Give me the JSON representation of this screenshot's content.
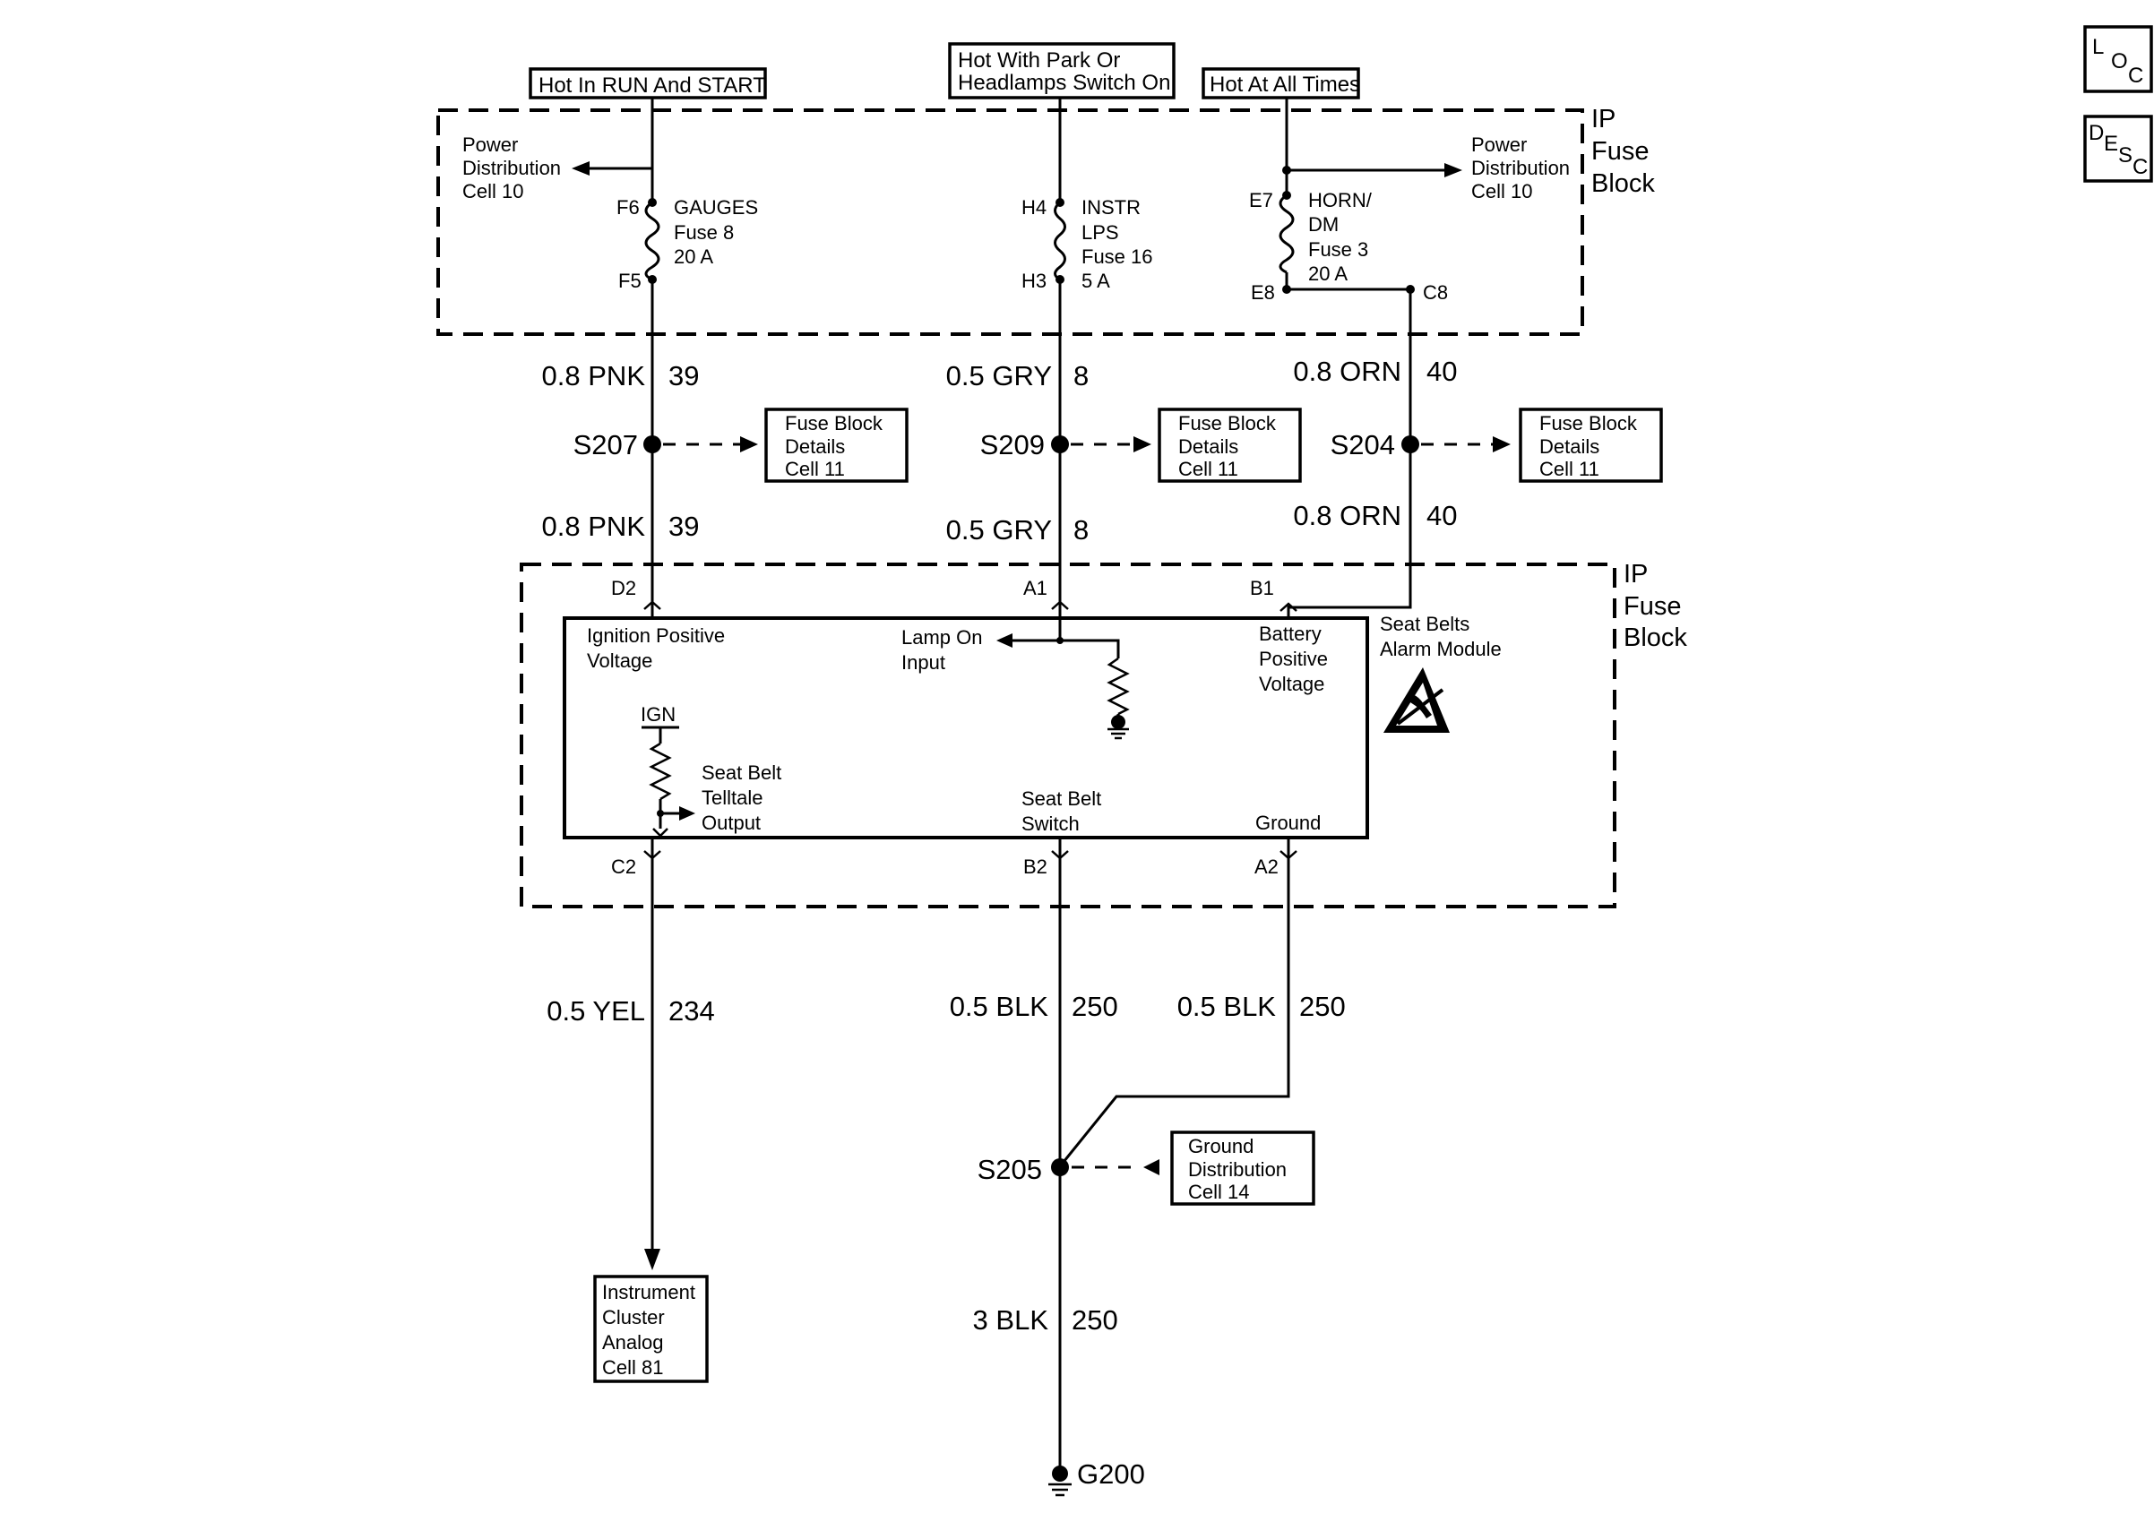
{
  "sources": {
    "run_start": "Hot In RUN And START",
    "park_head_1": "Hot With Park Or",
    "park_head_2": "Headlamps Switch On",
    "all_times": "Hot At All Times"
  },
  "fuse_block_top": {
    "l1": "IP",
    "l2": "Fuse",
    "l3": "Block"
  },
  "fuse_block_bottom": {
    "l1": "IP",
    "l2": "Fuse",
    "l3": "Block"
  },
  "power_dist_left": {
    "l1": "Power",
    "l2": "Distribution",
    "l3": "Cell 10"
  },
  "power_dist_right": {
    "l1": "Power",
    "l2": "Distribution",
    "l3": "Cell 10"
  },
  "fuses": {
    "gauges": {
      "name": "GAUGES",
      "num": "Fuse 8",
      "amps": "20 A",
      "in": "F6",
      "out": "F5"
    },
    "instr": {
      "l1": "INSTR",
      "l2": "LPS",
      "num": "Fuse 16",
      "amps": "5 A",
      "in": "H4",
      "out": "H3"
    },
    "horn": {
      "l1": "HORN/",
      "l2": "DM",
      "num": "Fuse 3",
      "amps": "20 A",
      "in": "E7",
      "out": "E8",
      "out2": "C8"
    }
  },
  "wires": {
    "pnk_a": {
      "size": "0.8 PNK",
      "circuit": "39"
    },
    "pnk_b": {
      "size": "0.8 PNK",
      "circuit": "39"
    },
    "gry_a": {
      "size": "0.5 GRY",
      "circuit": "8"
    },
    "gry_b": {
      "size": "0.5 GRY",
      "circuit": "8"
    },
    "orn_a": {
      "size": "0.8 ORN",
      "circuit": "40"
    },
    "orn_b": {
      "size": "0.8 ORN",
      "circuit": "40"
    },
    "yel": {
      "size": "0.5 YEL",
      "circuit": "234"
    },
    "blk_mid": {
      "size": "0.5 BLK",
      "circuit": "250"
    },
    "blk_right": {
      "size": "0.5 BLK",
      "circuit": "250"
    },
    "blk_3": {
      "size": "3 BLK",
      "circuit": "250"
    }
  },
  "splices": {
    "s207": "S207",
    "s209": "S209",
    "s204": "S204",
    "s205": "S205"
  },
  "refs": {
    "fb1": {
      "l1": "Fuse Block",
      "l2": "Details",
      "l3": "Cell 11"
    },
    "fb2": {
      "l1": "Fuse Block",
      "l2": "Details",
      "l3": "Cell 11"
    },
    "fb3": {
      "l1": "Fuse Block",
      "l2": "Details",
      "l3": "Cell 11"
    },
    "ground_dist": {
      "l1": "Ground",
      "l2": "Distribution",
      "l3": "Cell 14"
    },
    "cluster": {
      "l1": "Instrument",
      "l2": "Cluster",
      "l3": "Analog",
      "l4": "Cell 81"
    }
  },
  "connectors": {
    "d2": "D2",
    "a1": "A1",
    "b1": "B1",
    "c2": "C2",
    "b2": "B2",
    "a2": "A2"
  },
  "module": {
    "name_1": "Seat Belts",
    "name_2": "Alarm Module",
    "ign_pos_1": "Ignition Positive",
    "ign_pos_2": "Voltage",
    "lamp_on_1": "Lamp On",
    "lamp_on_2": "Input",
    "batt_1": "Battery",
    "batt_2": "Positive",
    "batt_3": "Voltage",
    "ign": "IGN",
    "telltale_1": "Seat Belt",
    "telltale_2": "Telltale",
    "telltale_3": "Output",
    "switch_1": "Seat Belt",
    "switch_2": "Switch",
    "ground": "Ground"
  },
  "ground_point": "G200",
  "nav": {
    "loc": {
      "a": "L",
      "b": "O",
      "c": "C"
    },
    "desc": {
      "a": "D",
      "b": "E",
      "c": "S",
      "d": "C"
    }
  }
}
